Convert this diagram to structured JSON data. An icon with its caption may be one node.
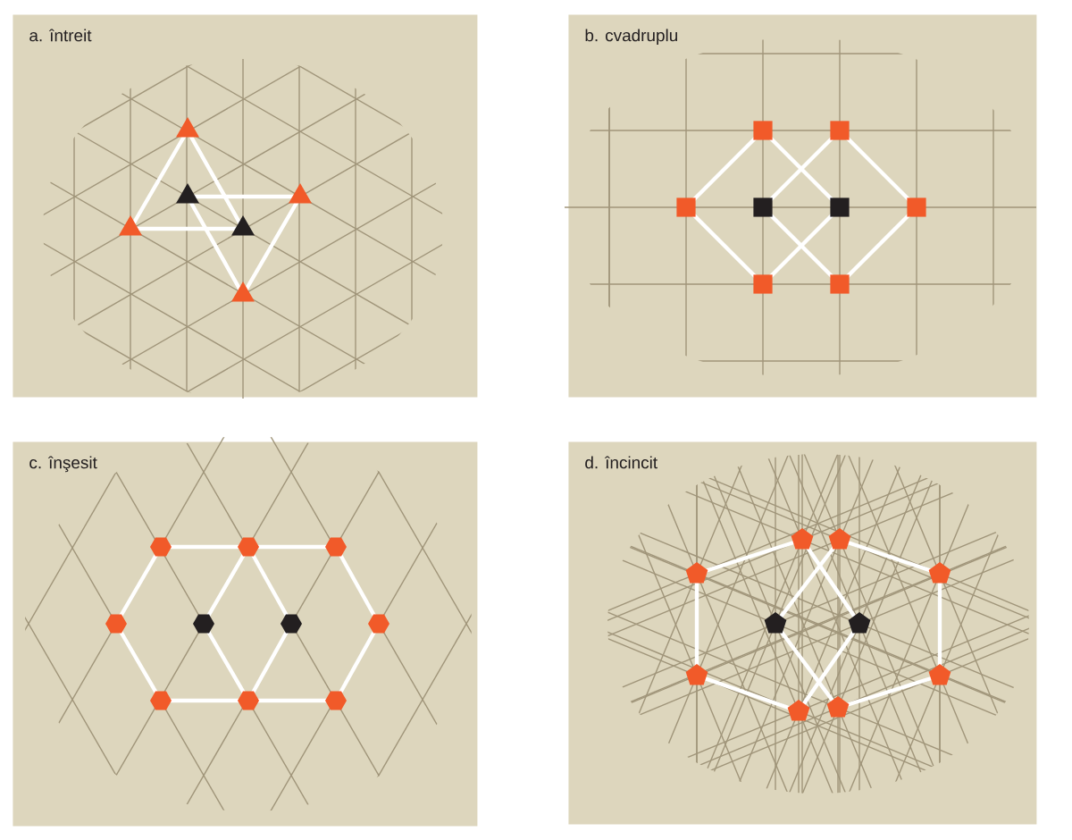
{
  "diagram": {
    "nodes": [
      {
        "text": [
          "a. întreit"
        ]
      },
      {
        "text": [
          "b. cvadruplu"
        ]
      },
      {
        "text": [
          "c. înşesit"
        ]
      },
      {
        "text": [
          "d. încincit"
        ]
      }
    ]
  }
}
